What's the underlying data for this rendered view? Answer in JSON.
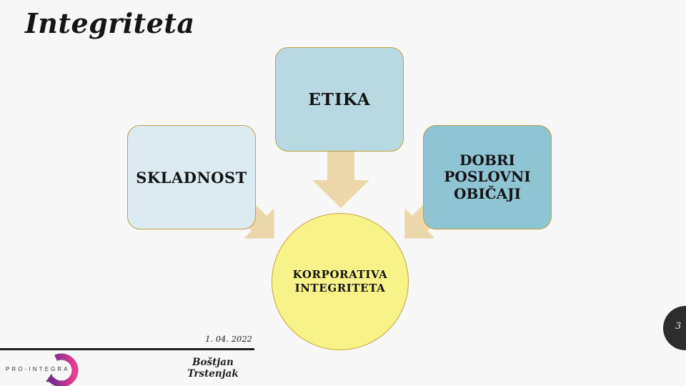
{
  "slide": {
    "title": "Integriteta",
    "date": "1. 04. 2022",
    "author": "Boštjan Trstenjak",
    "page_number": "3",
    "background_color": "#f7f7f7"
  },
  "logo": {
    "text": "PRO-INTEGRA",
    "swirl_color_start": "#6f2d8f",
    "swirl_color_end": "#ea3d8e"
  },
  "diagram": {
    "boxes": [
      {
        "id": "skladnost",
        "label": "SKLADNOST",
        "fill": "#dcebf1"
      },
      {
        "id": "etika",
        "label": "ETIKA",
        "fill": "#b9d9e2"
      },
      {
        "id": "dobri",
        "label": "DOBRI POSLOVNI OBIČAJI",
        "fill": "#8fc4d3"
      }
    ],
    "center_circle": {
      "line1": "KORPORATIVA",
      "line2": "INTEGRITETA",
      "fill": "#f7f388"
    },
    "border_color": "#bda13f",
    "arrow_color": "#ebd7aa",
    "text_color": "#141414",
    "page_circle_color": "#2d2d2d"
  }
}
